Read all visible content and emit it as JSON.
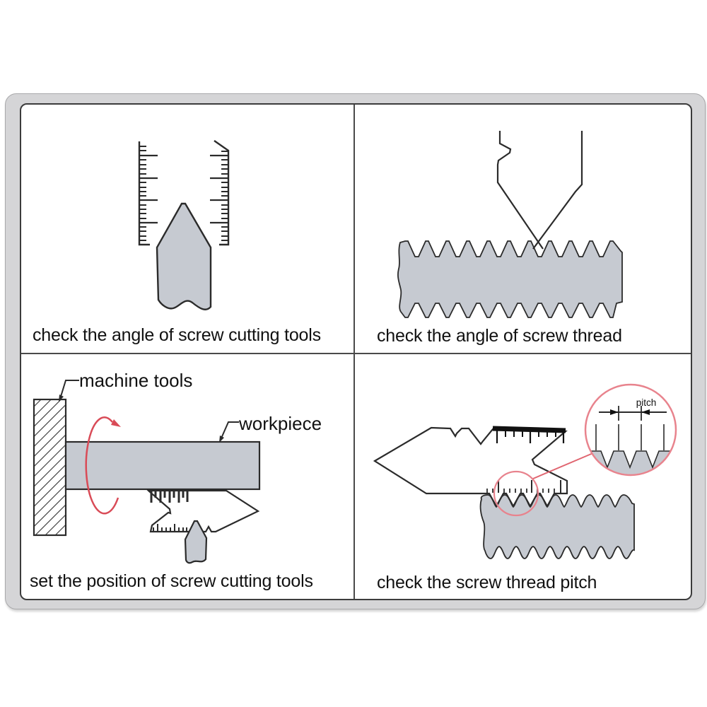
{
  "panels": [
    {
      "caption": "check the angle of screw cutting tools"
    },
    {
      "caption": "check the angle of screw thread"
    },
    {
      "caption": "set the position of screw cutting tools",
      "labels": {
        "machine_tools": "machine tools",
        "workpiece": "workpiece"
      }
    },
    {
      "caption": "check the screw thread pitch",
      "labels": {
        "pitch": "pitch"
      }
    }
  ],
  "colors": {
    "metal_fill": "#c6cad1",
    "outline": "#2b2b2b",
    "rotation_arrow_red": "#d94b57",
    "highlight_circle_red": "#e8838d",
    "leader_red": "#e06570",
    "frame_fill": "#d5d5d7",
    "frame_border": "#a9a9ab",
    "inner_border": "#3c3c3c",
    "grid_line": "#4a4a4a",
    "caption_text": "#111111"
  }
}
